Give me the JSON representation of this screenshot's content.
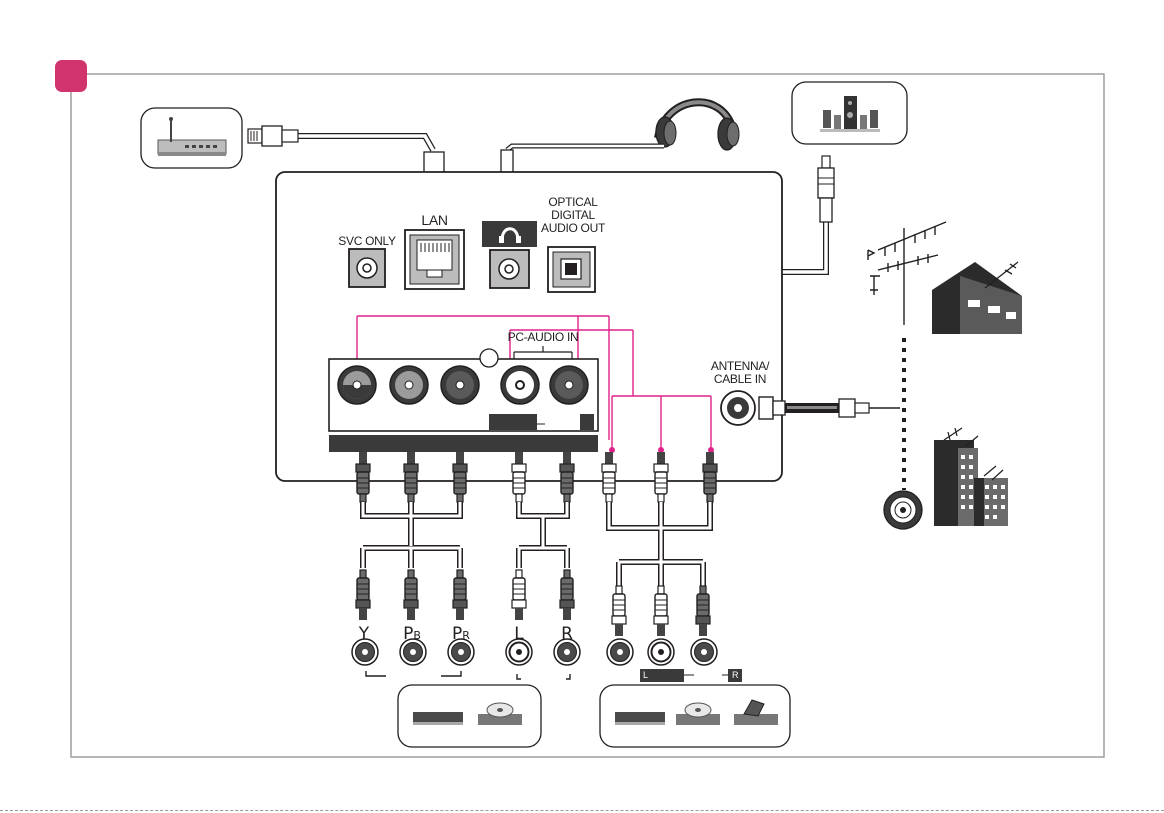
{
  "labels": {
    "svc_only": "SVC ONLY",
    "lan": "LAN",
    "optical": "OPTICAL\nDIGITAL\nAUDIO OUT",
    "pc_audio_in": "PC-AUDIO IN",
    "antenna": "ANTENNA/\nCABLE IN"
  },
  "component_jacks": [
    {
      "main": "Y",
      "sub": ""
    },
    {
      "main": "P",
      "sub": "B"
    },
    {
      "main": "P",
      "sub": "R"
    },
    {
      "main": "L",
      "sub": ""
    },
    {
      "main": "R",
      "sub": ""
    }
  ],
  "av_tags": {
    "left": "L",
    "right": "R"
  },
  "colors": {
    "accent": "#d1336d",
    "frame": "#9d9d9d",
    "panel_outline": "#231f20",
    "pink_wire": "#e0218a",
    "dark_gray": "#3a3a3a"
  }
}
